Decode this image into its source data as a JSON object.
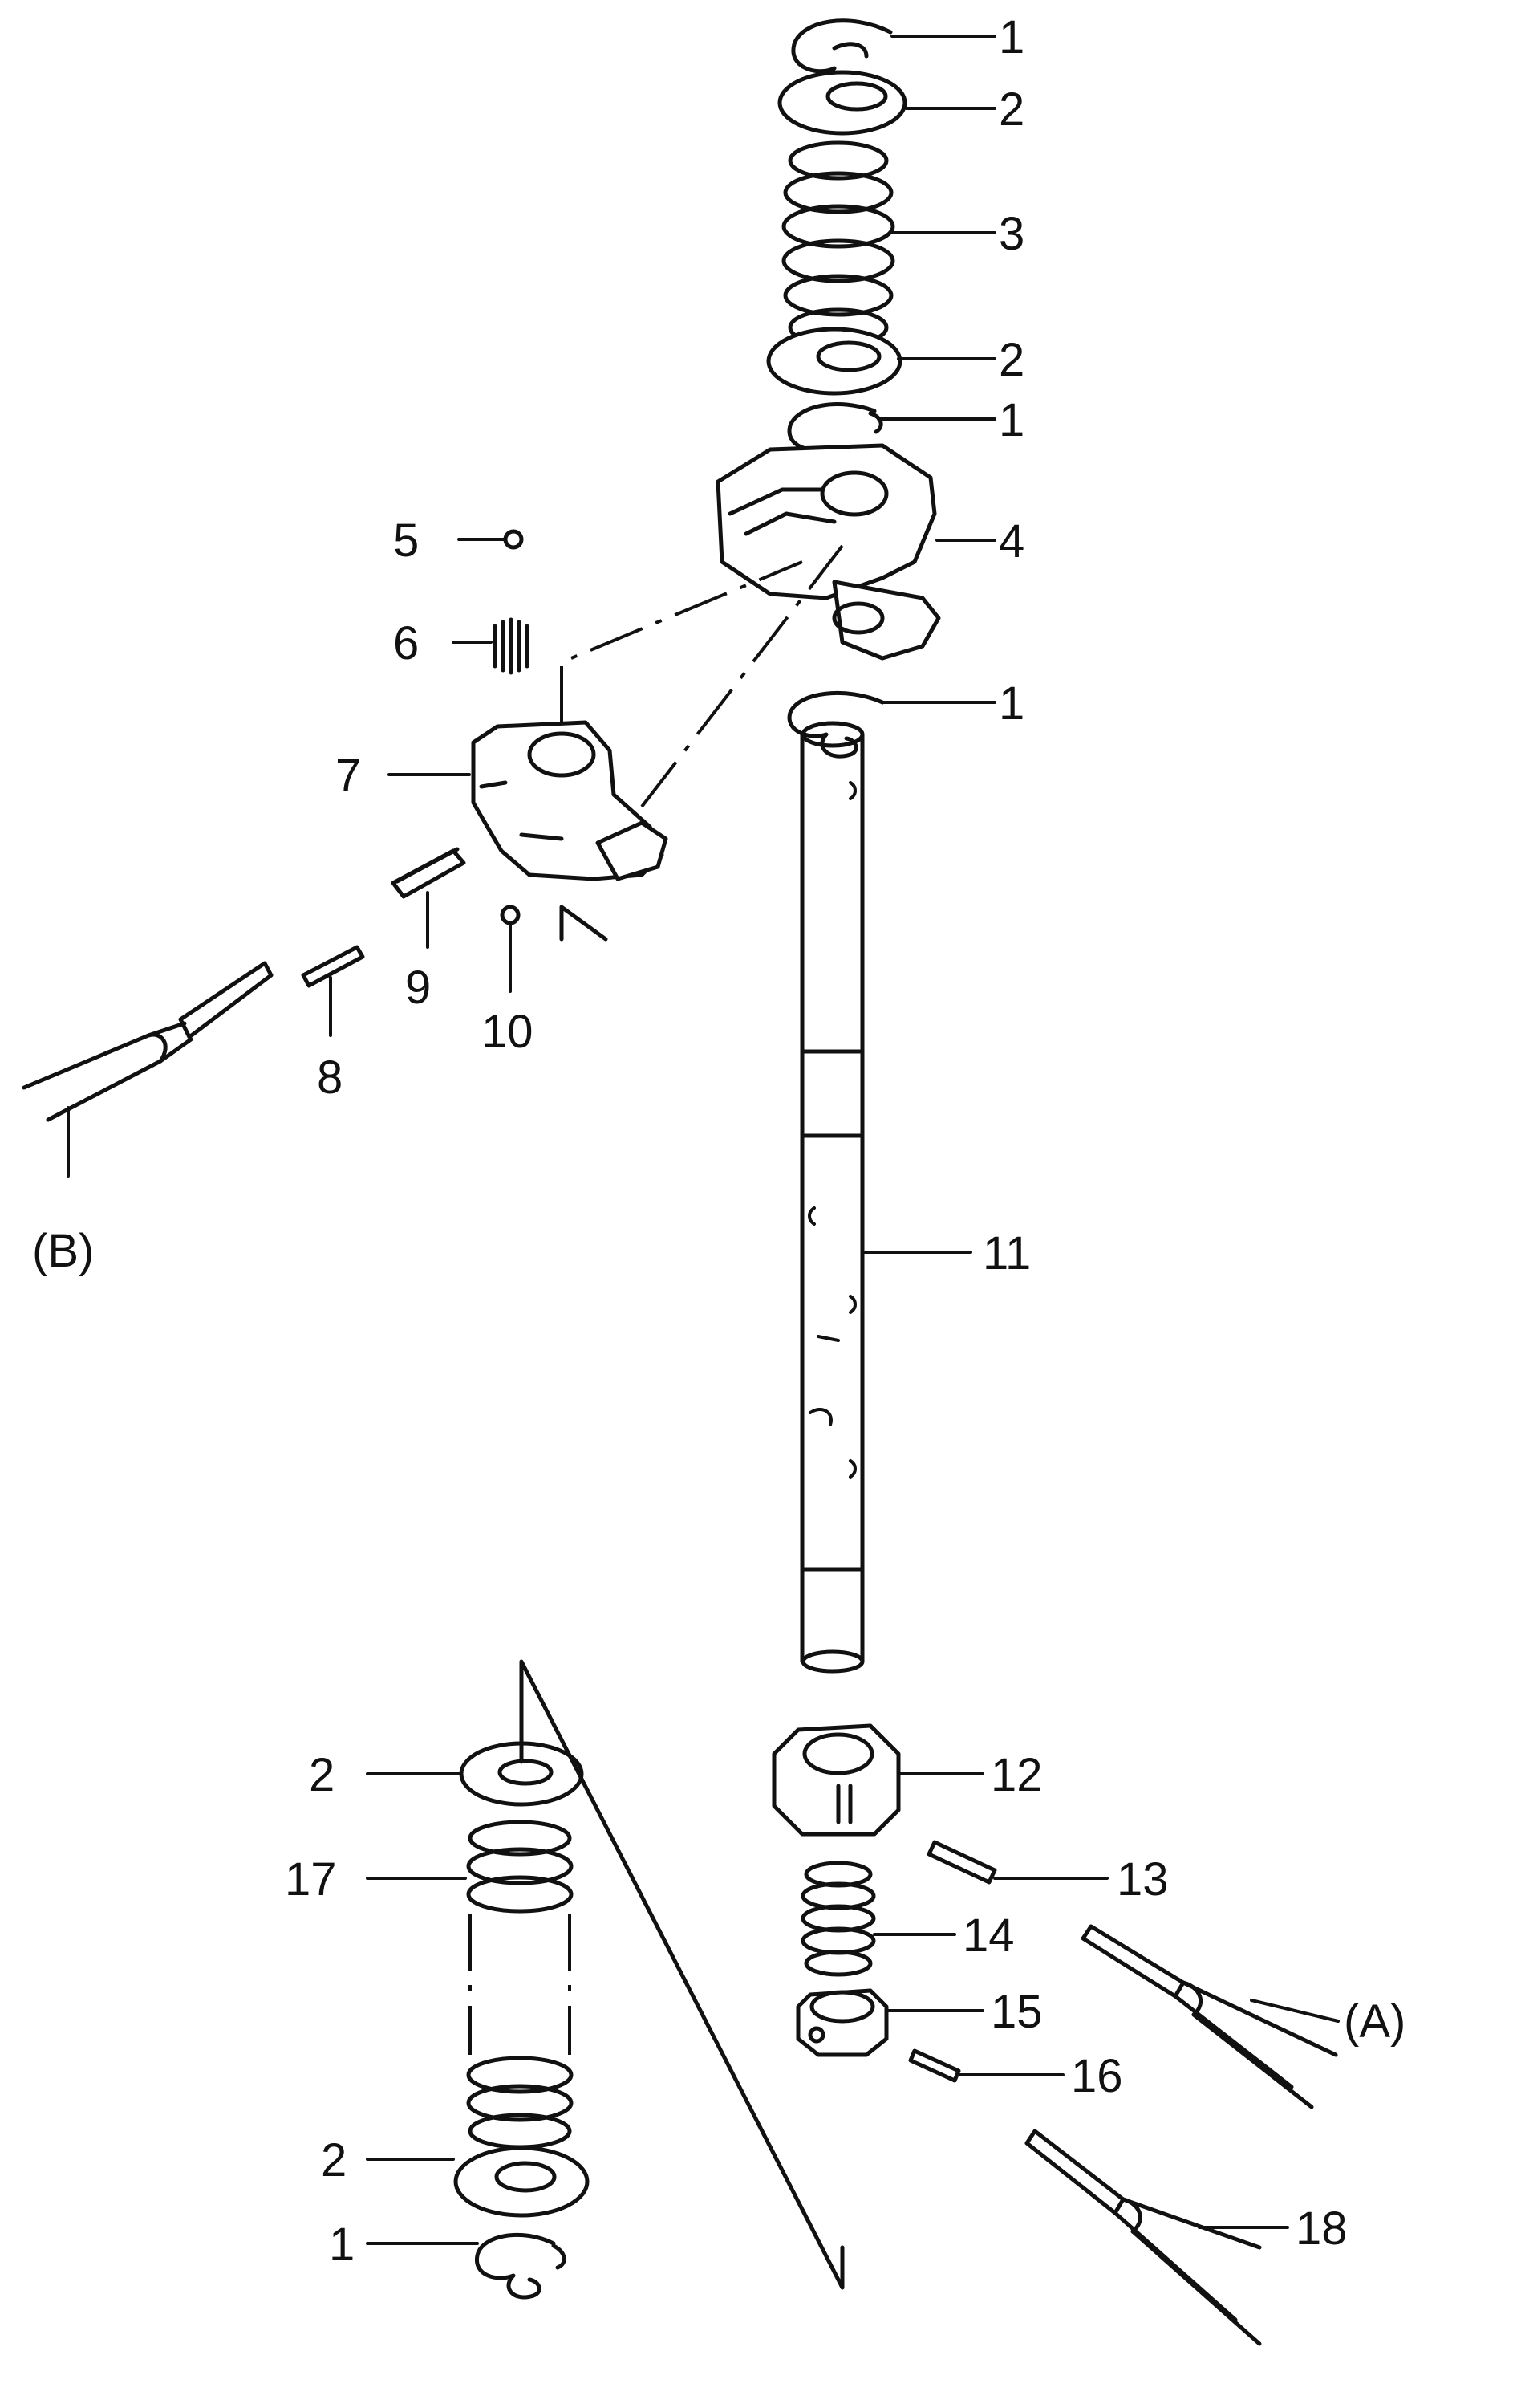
{
  "diagram": {
    "callouts": {
      "c1a": "1",
      "c2a": "2",
      "c3": "3",
      "c2b": "2",
      "c1b": "1",
      "c4": "4",
      "c5": "5",
      "c6": "6",
      "c1c": "1",
      "c7": "7",
      "c9": "9",
      "c10": "10",
      "c8": "8",
      "cB": "(B)",
      "c11": "11",
      "c12": "12",
      "c13": "13",
      "c14": "14",
      "c15": "15",
      "cA": "(A)",
      "c16": "16",
      "c18": "18",
      "c2c": "2",
      "c17": "17",
      "c2d": "2",
      "c1d": "1"
    }
  }
}
